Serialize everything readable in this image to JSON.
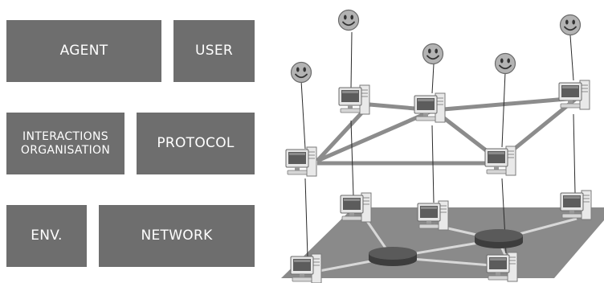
{
  "layers": [
    {
      "id": "agent",
      "label": "AGENT"
    },
    {
      "id": "user",
      "label": "USER"
    },
    {
      "id": "interactions",
      "label": "INTERACTIONS\nORGANISATION"
    },
    {
      "id": "protocol",
      "label": "PROTOCOL"
    },
    {
      "id": "env",
      "label": "ENV."
    },
    {
      "id": "network",
      "label": "NETWORK"
    }
  ],
  "colors": {
    "block": "#6e6e6e",
    "block_text": "#ffffff",
    "network_plane": "#8a8a8a",
    "link": "#8c8c8c",
    "hub": "#4a4a4a",
    "smiley": "#b0b0b0"
  },
  "illustration": {
    "users": 5,
    "agent_computers": 5,
    "network_computers": 5,
    "hubs": 2,
    "icons": [
      "smiley-icon",
      "computer-icon",
      "network-hub-icon"
    ]
  }
}
